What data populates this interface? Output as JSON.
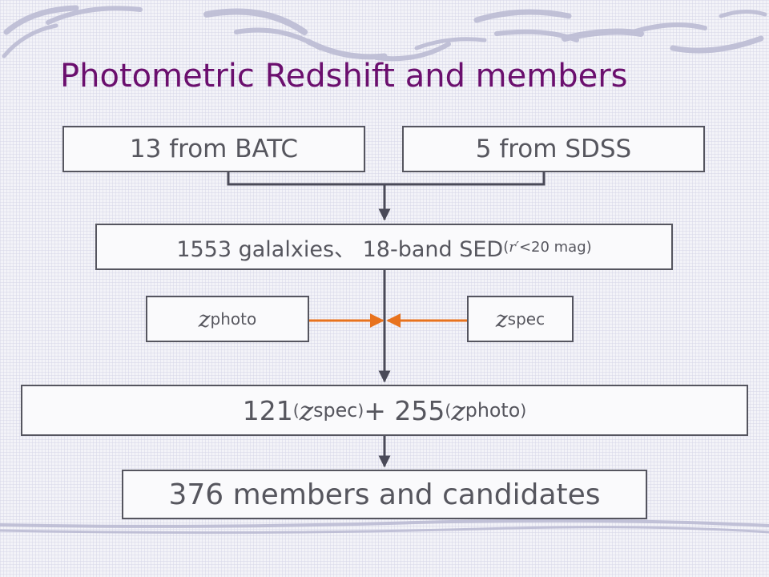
{
  "slide": {
    "title": "Photometric Redshift and members"
  },
  "boxes": {
    "batc": "13 from BATC",
    "sdss": "5 from SDSS",
    "galaxies": {
      "main": "1553 galalxies、 18-band SED ",
      "paren_open": "(",
      "r_symbol": "r′",
      "condition": " <20 mag)"
    },
    "zphoto": {
      "z": "z",
      "sub": "photo"
    },
    "zspec": {
      "z": "z",
      "sub": "spec"
    },
    "combined": {
      "count_spec": "121 ",
      "paren_open_1": "(",
      "z1": "z",
      "sub1": "spec",
      "paren_close_1": " )",
      "plus_count": " + 255 ",
      "paren_open_2": "(",
      "z2": "z",
      "sub2": "photo",
      "paren_close_2": " )"
    },
    "members": "376 members and candidates"
  },
  "colors": {
    "title": "#6b0f6e",
    "box_border": "#55555f",
    "box_text": "#56565e",
    "arrow_dark": "#4a4a58",
    "arrow_orange": "#e8731e"
  }
}
